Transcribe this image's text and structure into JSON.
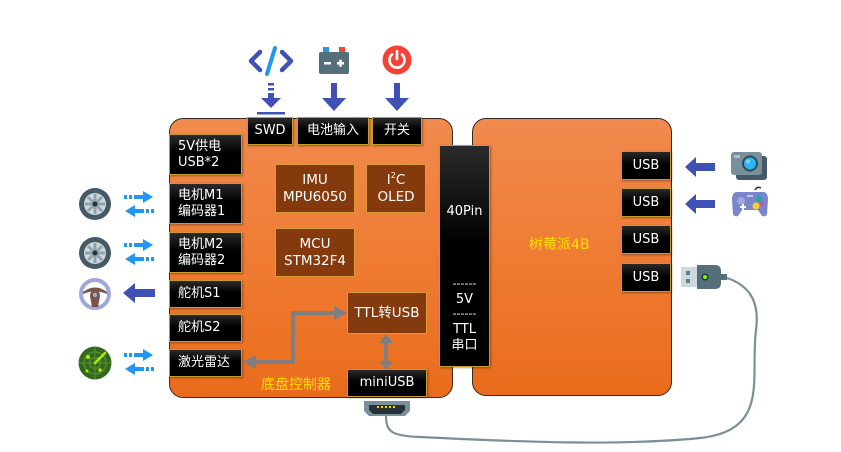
{
  "chassis_board": {
    "label": "底盘控制器",
    "top_ports": [
      {
        "label": "SWD",
        "icon": "code-icon"
      },
      {
        "label": "电池输入",
        "icon": "battery-icon"
      },
      {
        "label": "开关",
        "icon": "power-icon"
      }
    ],
    "left_ports": [
      {
        "line1": "5V供电",
        "line2": "USB*2"
      },
      {
        "line1": "电机M1",
        "line2": "编码器1",
        "icon": "wheel-icon",
        "arrow": "bidirectional"
      },
      {
        "line1": "电机M2",
        "line2": "编码器2",
        "icon": "wheel-icon",
        "arrow": "bidirectional"
      },
      {
        "line1": "舵机S1",
        "icon": "steering-wheel-icon",
        "arrow": "left"
      },
      {
        "line1": "舵机S2"
      },
      {
        "line1": "激光雷达",
        "icon": "radar-icon",
        "arrow": "bidirectional"
      }
    ],
    "chips": {
      "imu": {
        "line1": "IMU",
        "line2": "MPU6050"
      },
      "oled": {
        "line1_prefix": "I",
        "line1_sup": "2",
        "line1_suffix": "C",
        "line2": "OLED"
      },
      "mcu": {
        "line1": "MCU",
        "line2": "STM32F4"
      },
      "ttl_usb": {
        "label": "TTL转USB"
      }
    },
    "mini_usb": {
      "label": "miniUSB"
    }
  },
  "header_40pin": {
    "label": "40Pin",
    "dashes1": "------",
    "v5": "5V",
    "dashes2": "------",
    "ttl1": "TTL",
    "ttl2": "串口"
  },
  "raspberry_pi": {
    "label": "树莓派4B",
    "usb_ports": [
      {
        "label": "USB",
        "icon": "camera-icon"
      },
      {
        "label": "USB",
        "icon": "gamepad-icon"
      },
      {
        "label": "USB"
      },
      {
        "label": "USB",
        "icon": "usb-plug-icon"
      }
    ]
  },
  "colors": {
    "board_orange": "#ef7a30",
    "chip_brown": "#843a0c",
    "port_black": "#000000",
    "label_yellow": "#ffe100",
    "arrow_dark_blue": "#3f51b5",
    "arrow_light_blue": "#2196f3",
    "cable_gray": "#78909c",
    "internal_arrow_gray": "#808080"
  }
}
